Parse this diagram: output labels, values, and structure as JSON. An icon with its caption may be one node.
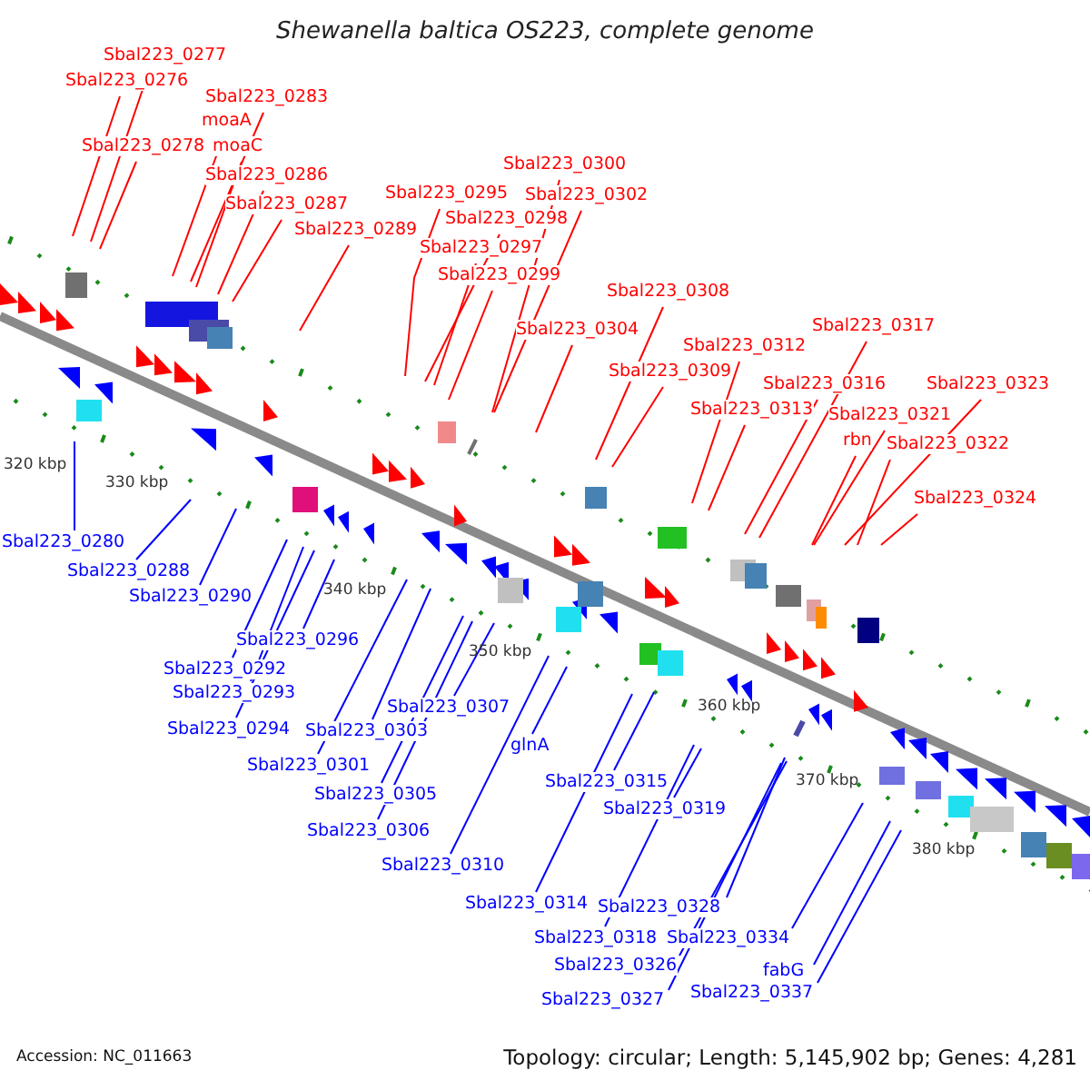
{
  "diagram": {
    "title": "Shewanella baltica OS223, complete genome",
    "nodes": [
      {
        "text": [
          "Sbal223_0277"
        ]
      },
      {
        "text": [
          "Sbal223_0276"
        ]
      },
      {
        "text": [
          "Sbal223_0278"
        ]
      },
      {
        "text": [
          "Sbal223_0283"
        ]
      },
      {
        "text": [
          "moaA"
        ]
      },
      {
        "text": [
          "moaC"
        ]
      },
      {
        "text": [
          "Sbal223_0286"
        ]
      },
      {
        "text": [
          "Sbal223_0287"
        ]
      },
      {
        "text": [
          "Sbal223_0289"
        ]
      },
      {
        "text": [
          "Sbal223_0295"
        ]
      },
      {
        "text": [
          "Sbal223_0300"
        ]
      },
      {
        "text": [
          "Sbal223_0302"
        ]
      },
      {
        "text": [
          "Sbal223_0298"
        ]
      },
      {
        "text": [
          "Sbal223_0297"
        ]
      },
      {
        "text": [
          "Sbal223_0299"
        ]
      },
      {
        "text": [
          "Sbal223_0304"
        ]
      },
      {
        "text": [
          "Sbal223_0308"
        ]
      },
      {
        "text": [
          "Sbal223_0309"
        ]
      },
      {
        "text": [
          "Sbal223_0312"
        ]
      },
      {
        "text": [
          "Sbal223_0313"
        ]
      },
      {
        "text": [
          "Sbal223_0317"
        ]
      },
      {
        "text": [
          "Sbal223_0316"
        ]
      },
      {
        "text": [
          "Sbal223_0323"
        ]
      },
      {
        "text": [
          "Sbal223_0321"
        ]
      },
      {
        "text": [
          "rbn"
        ]
      },
      {
        "text": [
          "Sbal223_0322"
        ]
      },
      {
        "text": [
          "Sbal223_0324"
        ]
      },
      {
        "text": [
          "Sbal223_0280"
        ]
      },
      {
        "text": [
          "Sbal223_0288"
        ]
      },
      {
        "text": [
          "Sbal223_0290"
        ]
      },
      {
        "text": [
          "Sbal223_0296"
        ]
      },
      {
        "text": [
          "Sbal223_0292"
        ]
      },
      {
        "text": [
          "Sbal223_0293"
        ]
      },
      {
        "text": [
          "Sbal223_0294"
        ]
      },
      {
        "text": [
          "Sbal223_0303"
        ]
      },
      {
        "text": [
          "Sbal223_0307"
        ]
      },
      {
        "text": [
          "Sbal223_0301"
        ]
      },
      {
        "text": [
          "Sbal223_0305"
        ]
      },
      {
        "text": [
          "Sbal223_0306"
        ]
      },
      {
        "text": [
          "glnA"
        ]
      },
      {
        "text": [
          "Sbal223_0310"
        ]
      },
      {
        "text": [
          "Sbal223_0315"
        ]
      },
      {
        "text": [
          "Sbal223_0314"
        ]
      },
      {
        "text": [
          "Sbal223_0319"
        ]
      },
      {
        "text": [
          "Sbal223_0328"
        ]
      },
      {
        "text": [
          "Sbal223_0318"
        ]
      },
      {
        "text": [
          "Sbal223_0334"
        ]
      },
      {
        "text": [
          "Sbal223_0326"
        ]
      },
      {
        "text": [
          "fabG"
        ]
      },
      {
        "text": [
          "Sbal223_0327"
        ]
      },
      {
        "text": [
          "Sbal223_0337"
        ]
      }
    ],
    "edges": [
      {
        "from": 0,
        "to": null,
        "arrow": "none"
      },
      {
        "from": 1,
        "to": null,
        "arrow": "none"
      },
      {
        "from": 2,
        "to": null,
        "arrow": "none"
      },
      {
        "from": 3,
        "to": null,
        "arrow": "none"
      },
      {
        "from": 4,
        "to": null,
        "arrow": "none"
      },
      {
        "from": 5,
        "to": null,
        "arrow": "none"
      },
      {
        "from": 6,
        "to": null,
        "arrow": "none"
      },
      {
        "from": 7,
        "to": null,
        "arrow": "none"
      },
      {
        "from": 8,
        "to": null,
        "arrow": "none"
      },
      {
        "from": 9,
        "to": null,
        "arrow": "none"
      },
      {
        "from": 10,
        "to": null,
        "arrow": "none"
      },
      {
        "from": 11,
        "to": null,
        "arrow": "none"
      },
      {
        "from": 12,
        "to": null,
        "arrow": "none"
      },
      {
        "from": 13,
        "to": null,
        "arrow": "none"
      },
      {
        "from": 14,
        "to": null,
        "arrow": "none"
      },
      {
        "from": 15,
        "to": null,
        "arrow": "none"
      },
      {
        "from": 16,
        "to": null,
        "arrow": "none"
      },
      {
        "from": 17,
        "to": null,
        "arrow": "none"
      },
      {
        "from": 18,
        "to": null,
        "arrow": "none"
      },
      {
        "from": 19,
        "to": null,
        "arrow": "none"
      },
      {
        "from": 20,
        "to": null,
        "arrow": "none"
      },
      {
        "from": 21,
        "to": null,
        "arrow": "none"
      },
      {
        "from": 22,
        "to": null,
        "arrow": "none"
      },
      {
        "from": 23,
        "to": null,
        "arrow": "none"
      },
      {
        "from": 24,
        "to": null,
        "arrow": "none"
      },
      {
        "from": 25,
        "to": null,
        "arrow": "none"
      },
      {
        "from": 26,
        "to": null,
        "arrow": "none"
      },
      {
        "from": 27,
        "to": null,
        "arrow": "none",
        "color": "#0000ff"
      },
      {
        "from": 28,
        "to": null,
        "arrow": "none",
        "color": "#0000ff"
      },
      {
        "from": 29,
        "to": null,
        "arrow": "none",
        "color": "#0000ff"
      },
      {
        "from": 30,
        "to": null,
        "arrow": "none",
        "color": "#0000ff"
      },
      {
        "from": 31,
        "to": null,
        "arrow": "none",
        "color": "#0000ff"
      },
      {
        "from": 32,
        "to": null,
        "arrow": "none",
        "color": "#0000ff"
      },
      {
        "from": 33,
        "to": null,
        "arrow": "none",
        "color": "#0000ff"
      },
      {
        "from": 34,
        "to": null,
        "arrow": "none",
        "color": "#0000ff"
      },
      {
        "from": 35,
        "to": null,
        "arrow": "none",
        "color": "#0000ff"
      },
      {
        "from": 36,
        "to": null,
        "arrow": "none",
        "color": "#0000ff"
      },
      {
        "from": 37,
        "to": null,
        "arrow": "none",
        "color": "#0000ff"
      },
      {
        "from": 38,
        "to": null,
        "arrow": "none",
        "color": "#0000ff"
      },
      {
        "from": 39,
        "to": null,
        "arrow": "none",
        "color": "#0000ff"
      },
      {
        "from": 40,
        "to": null,
        "arrow": "none",
        "color": "#0000ff"
      },
      {
        "from": 41,
        "to": null,
        "arrow": "none",
        "color": "#0000ff"
      },
      {
        "from": 42,
        "to": null,
        "arrow": "none",
        "color": "#0000ff"
      },
      {
        "from": 43,
        "to": null,
        "arrow": "none",
        "color": "#0000ff"
      },
      {
        "from": 44,
        "to": null,
        "arrow": "none",
        "color": "#0000ff"
      },
      {
        "from": 45,
        "to": null,
        "arrow": "none",
        "color": "#0000ff"
      },
      {
        "from": 46,
        "to": null,
        "arrow": "none",
        "color": "#0000ff"
      },
      {
        "from": 47,
        "to": null,
        "arrow": "none",
        "color": "#0000ff"
      },
      {
        "from": 48,
        "to": null,
        "arrow": "none",
        "color": "#0000ff"
      },
      {
        "from": 49,
        "to": null,
        "arrow": "none",
        "color": "#0000ff"
      },
      {
        "from": 50,
        "to": null,
        "arrow": "none",
        "color": "#0000ff"
      }
    ],
    "labels": [
      "320 kbp",
      "330 kbp",
      "340 kbp",
      "350 kbp",
      "360 kbp",
      "370 kbp",
      "380 kbp",
      "Accession: NC_011663",
      "Topology: circular; Length: 5,145,902 bp; Genes: 4,281"
    ]
  }
}
